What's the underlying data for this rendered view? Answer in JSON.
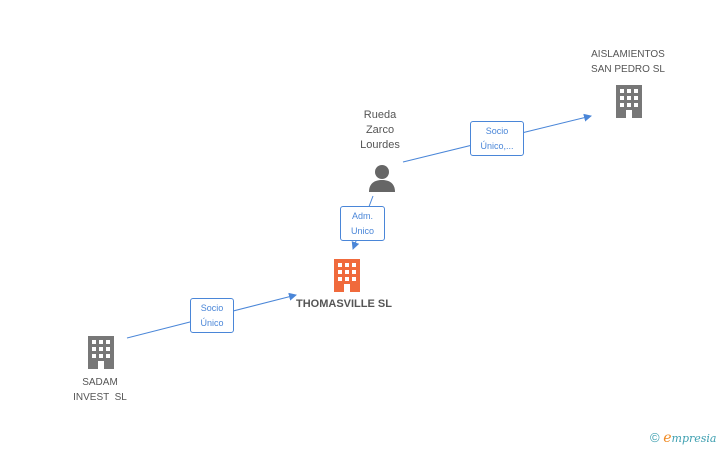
{
  "colors": {
    "edge": "#4a86d8",
    "company": "#777777",
    "company_main": "#f06a3c",
    "person": "#666666",
    "brand_copyright": "#3d9fb0",
    "brand_e": "#f08a23"
  },
  "nodes": {
    "main_company": {
      "name": "THOMASVILLE SL",
      "icon": "building-icon"
    },
    "sadam": {
      "line1": "SADAM",
      "line2": "INVEST  SL",
      "icon": "building-icon"
    },
    "aislamientos": {
      "line1": "AISLAMIENTOS",
      "line2": "SAN PEDRO SL",
      "icon": "building-icon"
    },
    "person": {
      "line1": "Rueda",
      "line2": "Zarco",
      "line3": "Lourdes",
      "icon": "person-icon"
    }
  },
  "relations": {
    "sadam_to_main": {
      "line1": "Socio",
      "line2": "Único"
    },
    "person_to_main": {
      "line1": "Adm.",
      "line2": "Unico"
    },
    "person_to_aislamientos": {
      "line1": "Socio",
      "line2": "Único,..."
    }
  },
  "brand": {
    "copyright": "©",
    "e": "e",
    "rest": "mpresia"
  }
}
